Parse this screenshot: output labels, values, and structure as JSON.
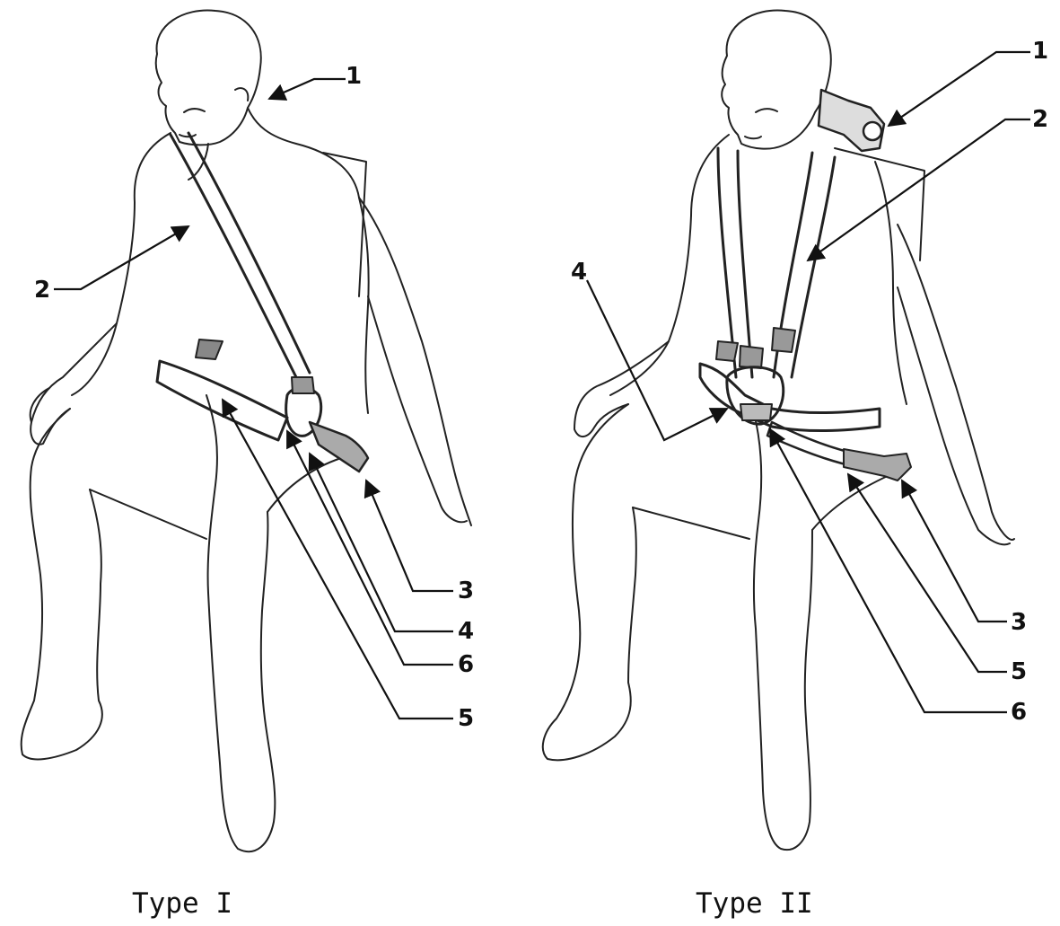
{
  "figures": [
    {
      "caption": "Type I",
      "callouts": [
        "1",
        "2",
        "3",
        "4",
        "6",
        "5"
      ]
    },
    {
      "caption": "Type II",
      "callouts": [
        "1",
        "2",
        "4",
        "3",
        "5",
        "6"
      ]
    }
  ],
  "colors": {
    "ink": "#111111",
    "paper": "#ffffff"
  }
}
